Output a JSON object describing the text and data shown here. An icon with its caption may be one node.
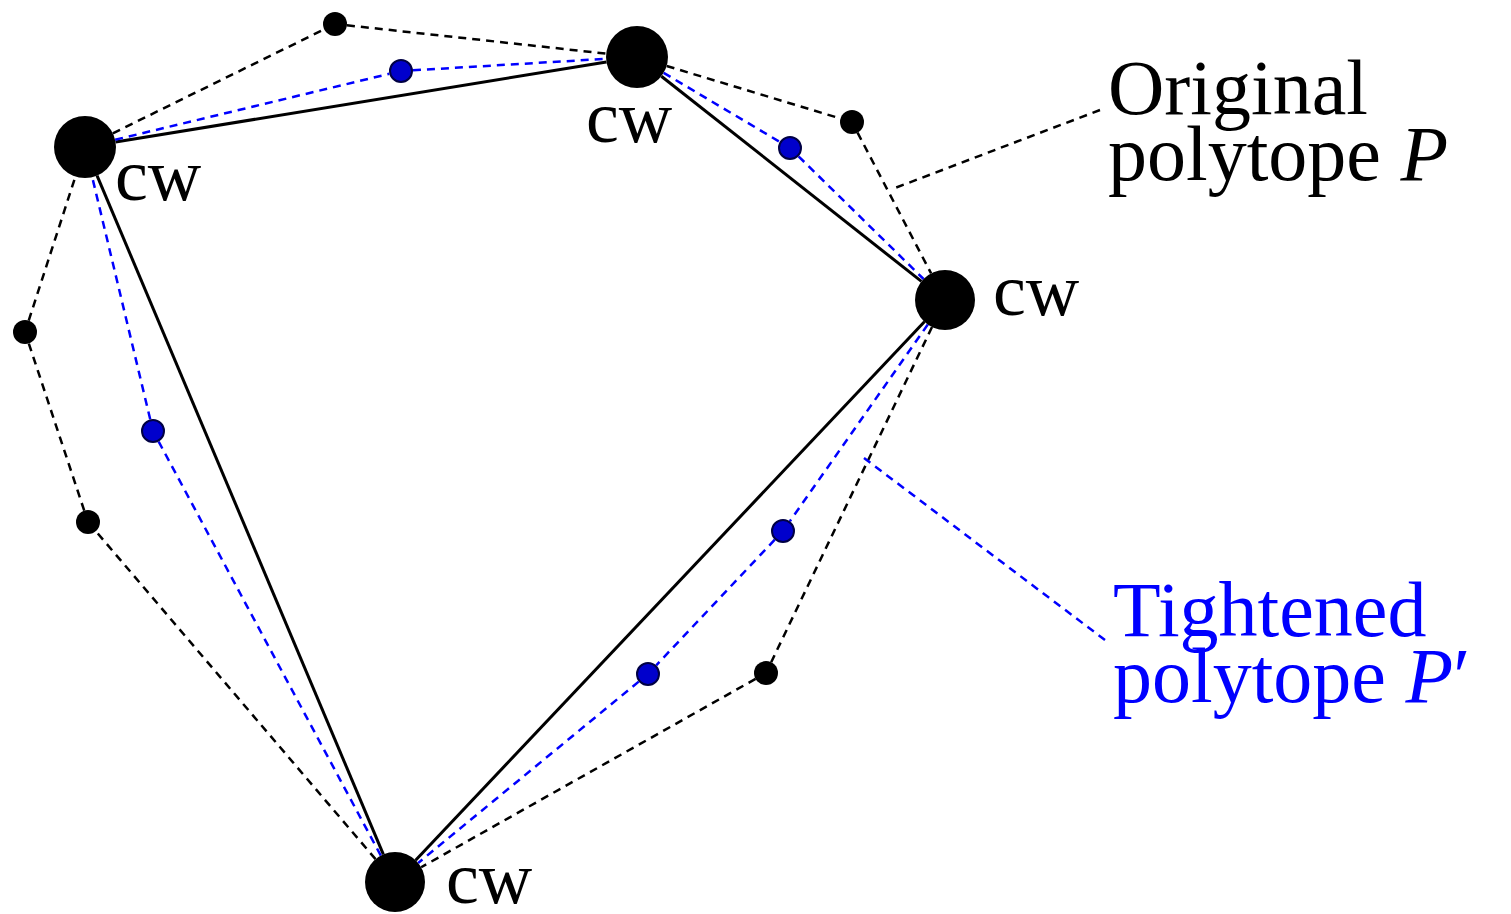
{
  "diagram": {
    "nodes": [
      {
        "text": [],
        "shape": "circle",
        "beside": [
          "cw"
        ]
      },
      {
        "text": [],
        "shape": "circle",
        "beside": [
          "cw"
        ]
      },
      {
        "text": [],
        "shape": "circle",
        "beside": [
          "cw"
        ]
      },
      {
        "text": [],
        "shape": "circle",
        "beside": [
          "cw"
        ]
      },
      {
        "text": [],
        "shape": "circle"
      },
      {
        "text": [],
        "shape": "circle"
      },
      {
        "text": [],
        "shape": "circle"
      },
      {
        "text": [],
        "shape": "circle"
      },
      {
        "text": [],
        "shape": "circle"
      },
      {
        "text": [],
        "shape": "circle"
      },
      {
        "text": [],
        "shape": "circle"
      },
      {
        "text": [],
        "shape": "circle"
      },
      {
        "text": [],
        "shape": "circle"
      },
      {
        "text": [],
        "shape": "circle"
      },
      {
        "text": [
          "Original polytope *P*"
        ]
      },
      {
        "text": [
          "Tightened polytope *P*′"
        ]
      }
    ],
    "edges": [
      {
        "from": 0,
        "to": 1,
        "arrow": "none"
      },
      {
        "from": 1,
        "to": 2,
        "arrow": "none"
      },
      {
        "from": 2,
        "to": 3,
        "arrow": "none"
      },
      {
        "from": 3,
        "to": 0,
        "arrow": "none"
      },
      {
        "from": 0,
        "to": 4,
        "arrow": "none",
        "style": "dashed"
      },
      {
        "from": 4,
        "to": 1,
        "arrow": "none",
        "style": "dashed"
      },
      {
        "from": 1,
        "to": 5,
        "arrow": "none",
        "style": "dashed"
      },
      {
        "from": 5,
        "to": 2,
        "arrow": "none",
        "style": "dashed"
      },
      {
        "from": 2,
        "to": 6,
        "arrow": "none",
        "style": "dashed"
      },
      {
        "from": 6,
        "to": 3,
        "arrow": "none",
        "style": "dashed"
      },
      {
        "from": 3,
        "to": 7,
        "arrow": "none",
        "style": "dashed"
      },
      {
        "from": 7,
        "to": 8,
        "arrow": "none",
        "style": "dashed"
      },
      {
        "from": 8,
        "to": 0,
        "arrow": "none",
        "style": "dashed"
      },
      {
        "from": 0,
        "to": 9,
        "arrow": "none",
        "style": "dashed",
        "color": "#0000ff"
      },
      {
        "from": 9,
        "to": 1,
        "arrow": "none",
        "style": "dashed",
        "color": "#0000ff"
      },
      {
        "from": 1,
        "to": 10,
        "arrow": "none",
        "style": "dashed",
        "color": "#0000ff"
      },
      {
        "from": 10,
        "to": 2,
        "arrow": "none",
        "style": "dashed",
        "color": "#0000ff"
      },
      {
        "from": 2,
        "to": 11,
        "arrow": "none",
        "style": "dashed",
        "color": "#0000ff"
      },
      {
        "from": 11,
        "to": 12,
        "arrow": "none",
        "style": "dashed",
        "color": "#0000ff"
      },
      {
        "from": 12,
        "to": 3,
        "arrow": "none",
        "style": "dashed",
        "color": "#0000ff"
      },
      {
        "from": 3,
        "to": 13,
        "arrow": "none",
        "style": "dashed",
        "color": "#0000ff"
      },
      {
        "from": 13,
        "to": 0,
        "arrow": "none",
        "style": "dashed",
        "color": "#0000ff"
      },
      {
        "from": 14,
        "to": null,
        "arrow": "none",
        "style": "dashed"
      },
      {
        "from": 15,
        "to": null,
        "arrow": "none",
        "style": "dashed",
        "color": "#0000ff"
      }
    ]
  }
}
